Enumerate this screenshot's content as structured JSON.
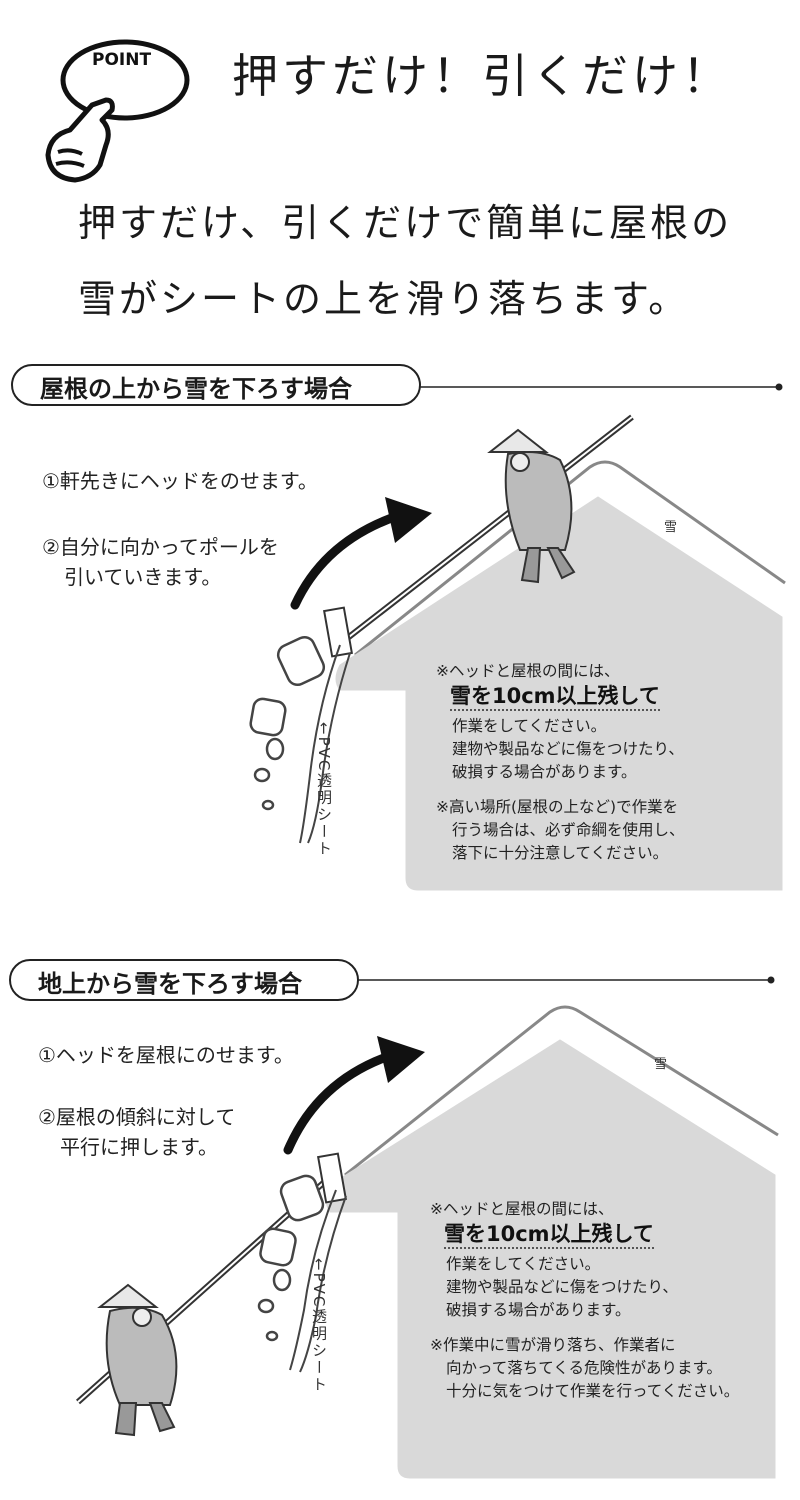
{
  "point": {
    "badge": "POINT",
    "title": "押すだけ！引くだけ！"
  },
  "lead": {
    "line1": "押すだけ、引くだけで簡単に屋根の",
    "line2": "雪がシートの上を滑り落ちます。"
  },
  "section1": {
    "label": "屋根の上から雪を下ろす場合",
    "step1": "①軒先きにヘッドをのせます。",
    "step2_line1": "②自分に向かってポールを",
    "step2_line2": "引いていきます。",
    "snow_label": "雪",
    "sheet_label": "←PVC透明シート",
    "note_intro": "※ヘッドと屋根の間には、",
    "note_emph": "雪を10cm以上残して",
    "note_line1": "作業をしてください。",
    "note_line2": "建物や製品などに傷をつけたり、",
    "note_line3": "破損する場合があります。",
    "note2_line1": "※高い場所(屋根の上など)で作業を",
    "note2_line2": "行う場合は、必ず命綱を使用し、",
    "note2_line3": "落下に十分注意してください。"
  },
  "section2": {
    "label": "地上から雪を下ろす場合",
    "step1": "①ヘッドを屋根にのせます。",
    "step2_line1": "②屋根の傾斜に対して",
    "step2_line2": "平行に押します。",
    "snow_label": "雪",
    "sheet_label": "←PVC透明シート",
    "note_intro": "※ヘッドと屋根の間には、",
    "note_emph": "雪を10cm以上残して",
    "note_line1": "作業をしてください。",
    "note_line2": "建物や製品などに傷をつけたり、",
    "note_line3": "破損する場合があります。",
    "note2_line1": "※作業中に雪が滑り落ち、作業者に",
    "note2_line2": "向かって落ちてくる危険性があります。",
    "note2_line3": "十分に気をつけて作業を行ってください。"
  },
  "colors": {
    "house_fill": "#d9d9d9",
    "line": "#333333",
    "snow_outline": "#888888"
  }
}
